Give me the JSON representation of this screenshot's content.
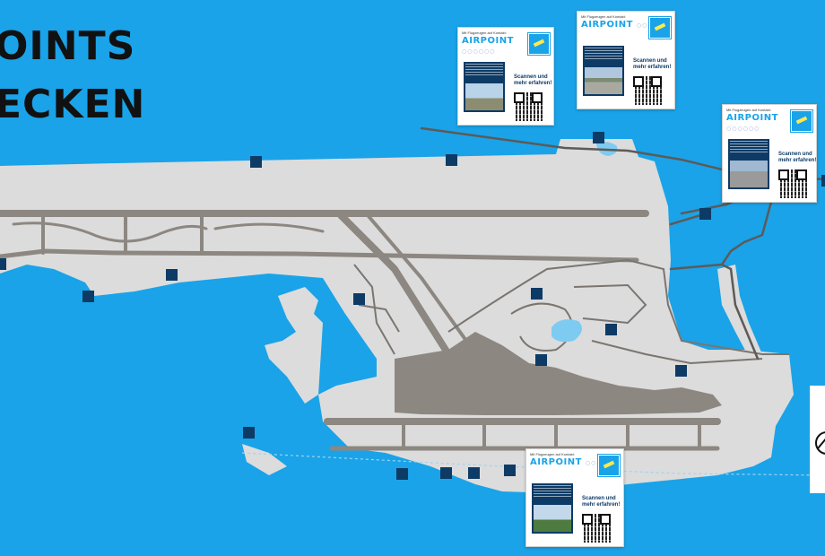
{
  "title": {
    "line1": "OINTS",
    "line2": "ECKEN"
  },
  "colors": {
    "water": "#1aa3e8",
    "land": "#dcdcdc",
    "runway": "#8d8781",
    "marker": "#0d3b66"
  },
  "posters": [
    {
      "brand": "AIRPOINT",
      "header": "Mit Flugzeugen auf Kontakt:",
      "scan_text": "Scannen und mehr erfahren!",
      "photo": "dog-on-tarmac"
    },
    {
      "brand": "AIRPOINT",
      "header": "Mit Flugzeugen auf Kontakt:",
      "scan_text": "Scannen und mehr erfahren!",
      "photo": "field"
    },
    {
      "brand": "AIRPOINT",
      "header": "Mit Flugzeugen auf Kontakt:",
      "scan_text": "Scannen und mehr erfahren!",
      "photo": "apron"
    },
    {
      "brand": "AIRPOINT",
      "header": "Mit Flugzeugen auf Kontakt:",
      "scan_text": "Scannen und mehr erfahren!",
      "photo": "aircraft"
    }
  ],
  "marker_count": 18,
  "icons": {
    "poster_badge": "plane-badge-icon",
    "qr": "qr-code-icon",
    "marker": "square-marker-icon",
    "edge": "circle-icon"
  }
}
